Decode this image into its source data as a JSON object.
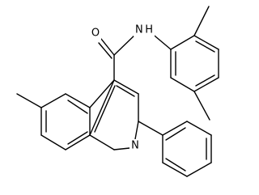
{
  "structure": {
    "atom_labels": {
      "carbonyl_oxygen": "O",
      "amide_nh": "N H",
      "ring_nitrogen": "N"
    }
  }
}
